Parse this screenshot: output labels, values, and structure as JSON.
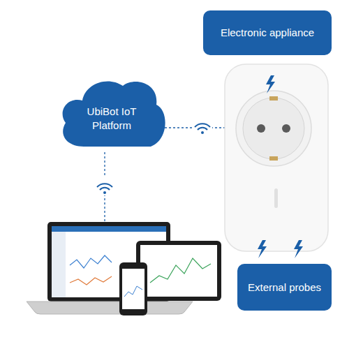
{
  "diagram": {
    "nodes": [
      {
        "text": [
          "Electronic appliance"
        ]
      },
      {
        "text": [
          "UbiBot IoT Platform"
        ]
      },
      {
        "text": [
          "External probes"
        ]
      }
    ]
  }
}
